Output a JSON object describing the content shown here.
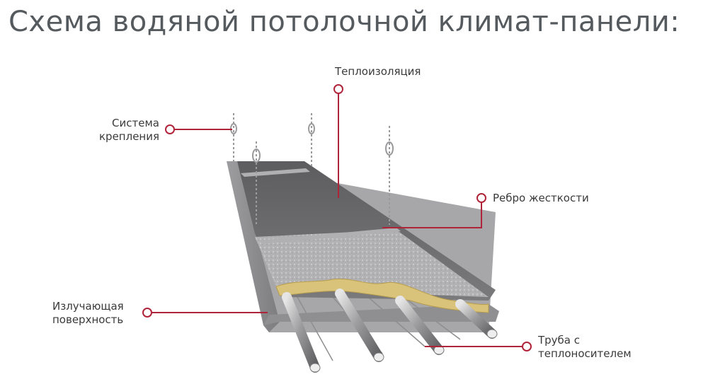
{
  "title": "Схема водяной потолочной климат-панели:",
  "labels": {
    "insulation": "Теплоизоляция",
    "mounting": [
      "Система",
      "крепления"
    ],
    "rib": "Ребро жесткости",
    "surface": [
      "Излучающая",
      "поверхность"
    ],
    "pipe": [
      "Труба с",
      "теплоносителем"
    ]
  },
  "colors": {
    "title": "#555a5e",
    "callout": "#b0243a",
    "panel_top": "#6e6e70",
    "panel_frame": "#8c8c8e",
    "insulation": "#d9c27a",
    "pipe": "#9a9a9c",
    "foil": "#c8c8c8"
  },
  "icons": [
    "hanger-chain-icon"
  ]
}
